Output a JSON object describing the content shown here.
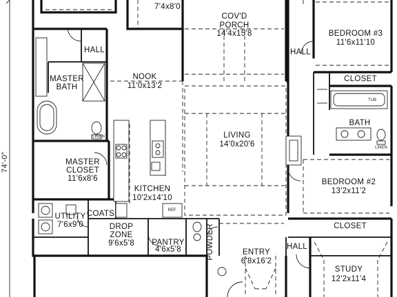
{
  "plan": {
    "overall_dim": "74'-0\"",
    "rooms": {
      "top_room": {
        "dims": "7'4x8'0"
      },
      "covd_porch": {
        "line1": "COV'D",
        "line2": "PORCH",
        "dims": "14'4x15'8"
      },
      "bedroom3": {
        "name": "BEDROOM #3",
        "dims": "11'6x11'10"
      },
      "hall_left": {
        "name": "HALL"
      },
      "hall_right": {
        "name": "HALL"
      },
      "master_bath": {
        "line1": "MASTER",
        "line2": "BATH"
      },
      "nook": {
        "name": "NOOK",
        "dims": "11'0x13'2"
      },
      "closet_top": {
        "name": "CLOSET"
      },
      "living": {
        "name": "LIVING",
        "dims": "14'0x20'6"
      },
      "bath": {
        "name": "BATH"
      },
      "master_closet": {
        "line1": "MASTER",
        "line2": "CLOSET",
        "dims": "11'6x8'6"
      },
      "bedroom2": {
        "name": "BEDROOM #2",
        "dims": "13'2x11'2"
      },
      "kitchen": {
        "name": "KITCHEN",
        "dims": "10'2x14'10"
      },
      "coats": {
        "name": "COATS"
      },
      "utility": {
        "name": "UTILITY",
        "dims": "7'6x9'0"
      },
      "closet_bottom": {
        "name": "CLOSET"
      },
      "drop_zone": {
        "line1": "DROP",
        "line2": "ZONE",
        "dims": "9'6x5'8"
      },
      "pantry": {
        "name": "PANTRY",
        "dims": "4'6x5'8"
      },
      "powder": {
        "name": "POWDER"
      },
      "entry": {
        "name": "ENTRY",
        "dims": "6'8x16'2"
      },
      "hall_bottom": {
        "name": "HALL"
      },
      "study": {
        "name": "STUDY",
        "dims": "12'2x11'4"
      }
    },
    "fixture_labels": {
      "ref": "REF.",
      "tub": "TUB",
      "linen_left": "LINEN",
      "linen_right": "LINEN"
    }
  }
}
